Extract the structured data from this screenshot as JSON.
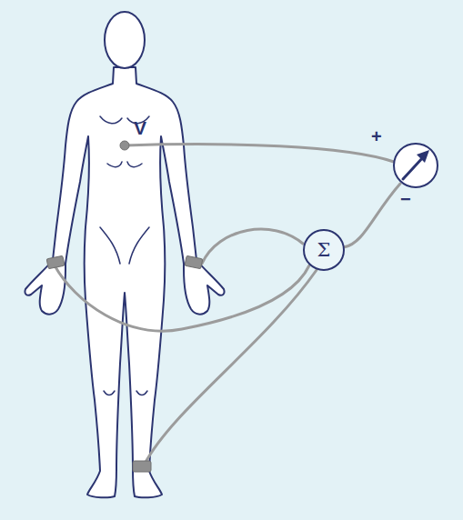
{
  "diagram": {
    "nodes": [
      {
        "text": [
          "Σ"
        ]
      }
    ],
    "labels": [
      "V",
      "+",
      "−"
    ]
  }
}
